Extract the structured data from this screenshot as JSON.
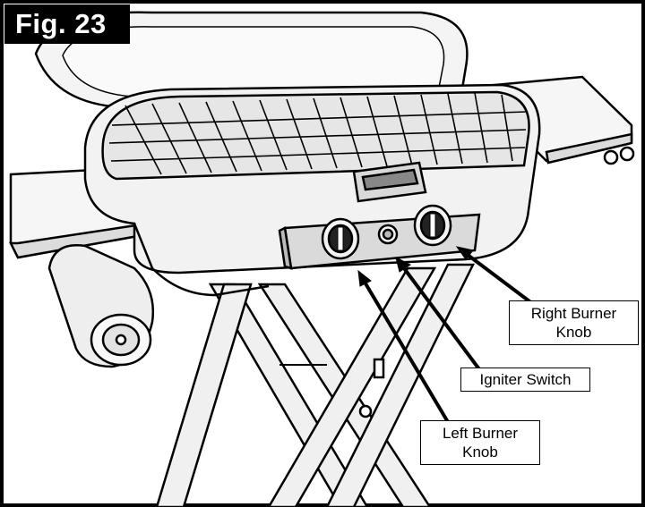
{
  "figure": {
    "label": "Fig. 23"
  },
  "callouts": {
    "right_burner_knob": {
      "line1": "Right Burner",
      "line2": "Knob"
    },
    "igniter_switch": {
      "text": "Igniter Switch"
    },
    "left_burner_knob": {
      "line1": "Left Burner",
      "line2": "Knob"
    }
  },
  "colors": {
    "frame": "#000000",
    "badge_bg": "#000000",
    "badge_text": "#ffffff",
    "grill_fill": "#f4f4f4",
    "grill_shade": "#d9d9d9"
  }
}
